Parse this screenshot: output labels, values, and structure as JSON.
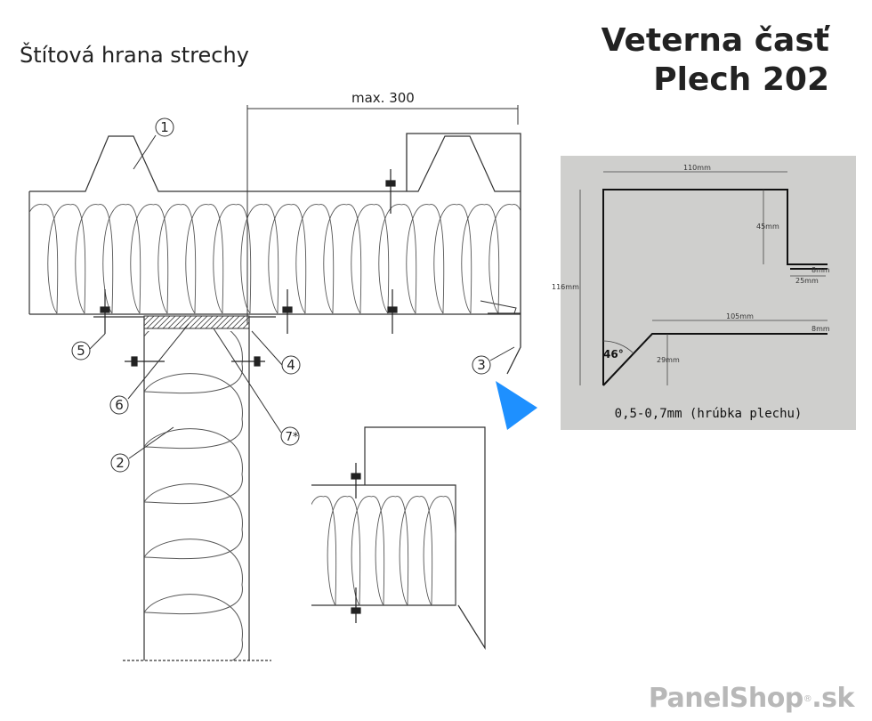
{
  "titles": {
    "left": "Štítová hrana strechy",
    "right_line1": "Veterna časť",
    "right_line2": "Plech 202"
  },
  "dimension_main": "max. 300",
  "callouts": [
    "1",
    "2",
    "3",
    "4",
    "5",
    "6",
    "7*"
  ],
  "profile": {
    "dim_top": "110mm",
    "dim_left": "116mm",
    "dim_45": "45mm",
    "dim_25": "25mm",
    "dim_105": "105mm",
    "dim_29": "29mm",
    "dim_angle": "46°",
    "dim_small_a": "8mm",
    "dim_small_b": "8mm",
    "caption": "0,5-0,7mm (hrúbka plechu)"
  },
  "brand": {
    "name": "PanelShop",
    "sub": "®",
    "tld": ".sk"
  },
  "colors": {
    "arrow": "#1e90ff",
    "panel_bg": "#cfcfcd",
    "line": "#333333"
  }
}
